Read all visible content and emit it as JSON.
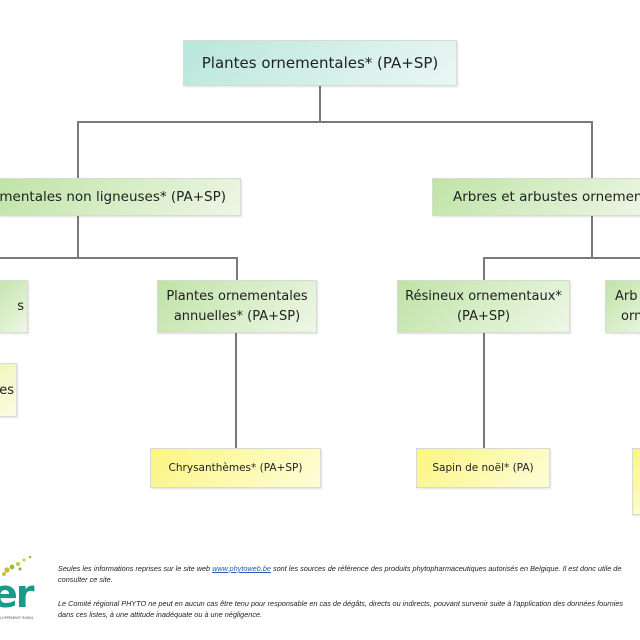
{
  "root": {
    "label": "Plantes ornementales* (PA+SP)"
  },
  "level2": [
    {
      "label": "nementales non ligneuses* (PA+SP)"
    },
    {
      "label": "Arbres et arbustes ornementa"
    }
  ],
  "level3": [
    {
      "label": "s"
    },
    {
      "line1": "Plantes ornementales",
      "line2": "annuelles* (PA+SP)"
    },
    {
      "line1": "Résineux ornementaux*",
      "line2": "(PA+SP)"
    },
    {
      "line1": "Arb",
      "line2": "orn"
    }
  ],
  "level4": [
    {
      "label": "es"
    },
    {
      "label": "Chrysanthèmes* (PA+SP)"
    },
    {
      "label": "Sapin de noël* (PA)"
    },
    {
      "label": ""
    }
  ],
  "footer": {
    "p1_before": "Seules les informations reprises sur le site web ",
    "p1_link": "www.phytoweb.be",
    "p1_after": " sont les sources de référence des produits phytopharmaceutiques autorisés en Belgique. Il est donc utile de consulter ce site.",
    "p2": "Le Comité régional PHYTO ne peut en aucun cas être tenu pour responsable en cas de dégâts, directs ou indirects, pouvant survenir suite à l'application des données fournies dans ces listes, à une attitude inadéquate ou à une négligence.",
    "logo_text": "er",
    "logo_subtext": "LOPPEMENT RURAL"
  },
  "colors": {
    "teal": "#b9e6dc",
    "green": "#bfe3a6",
    "yellow": "#fbf582",
    "line": "#7a7a7a",
    "link": "#2a5db0"
  }
}
